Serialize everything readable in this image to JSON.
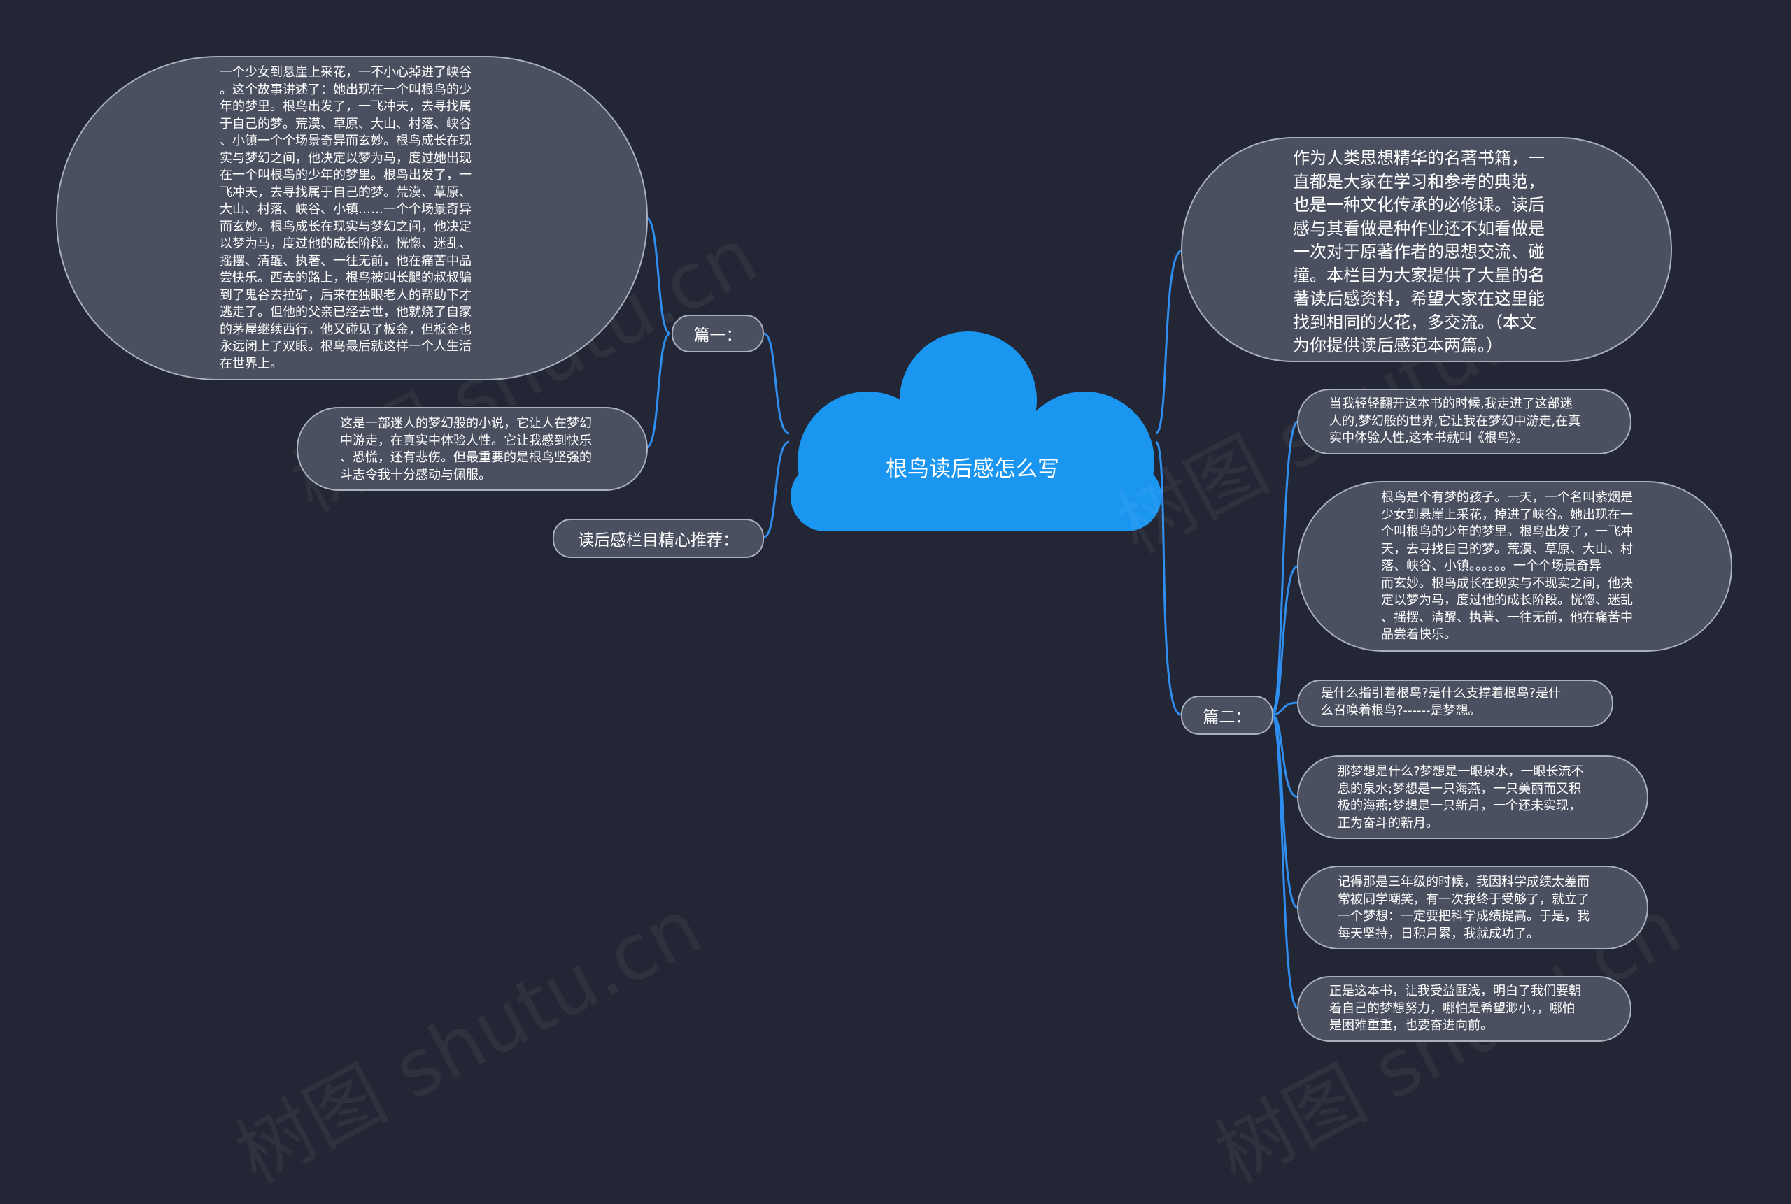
{
  "central_topic": "根鸟读后感怎么写",
  "watermark": "树图 shutu.cn",
  "left": {
    "branch1": {
      "label": "篇一：",
      "notes": [
        "一个少女到悬崖上采花，一不小心掉进了峡谷\n。这个故事讲述了：她出现在一个叫根鸟的少\n年的梦里。根鸟出发了，一飞冲天，去寻找属\n于自己的梦。荒漠、草原、大山、村落、峡谷\n、小镇一个个场景奇异而玄妙。根鸟成长在现\n实与梦幻之间，他决定以梦为马，度过她出现\n在一个叫根鸟的少年的梦里。根鸟出发了，一\n飞冲天，去寻找属于自己的梦。荒漠、草原、\n大山、村落、峡谷、小镇……一个个场景奇异\n而玄妙。根鸟成长在现实与梦幻之间，他决定\n以梦为马，度过他的成长阶段。恍惚、迷乱、\n摇摆、清醒、执著、一往无前，他在痛苦中品\n尝快乐。西去的路上，根鸟被叫长腿的叔叔骗\n到了鬼谷去拉矿，后来在独眼老人的帮助下才\n逃走了。但他的父亲已经去世，他就烧了自家\n的茅屋继续西行。他又碰见了板金，但板金也\n永远闭上了双眼。根鸟最后就这样一个人生活\n在世界上。",
        "这是一部迷人的梦幻般的小说，它让人在梦幻\n中游走，在真实中体验人性。它让我感到快乐\n、恐慌，还有悲伤。但最重要的是根鸟坚强的\n斗志令我十分感动与佩服。"
      ]
    },
    "branch3": {
      "label": "读后感栏目精心推荐："
    }
  },
  "right": {
    "intro": "作为人类思想精华的名著书籍，一\n直都是大家在学习和参考的典范，\n也是一种文化传承的必修课。读后\n感与其看做是种作业还不如看做是\n一次对于原著作者的思想交流、碰\n撞。本栏目为大家提供了大量的名\n著读后感资料，希望大家在这里能\n找到相同的火花，多交流。（本文\n为你提供读后感范本两篇。）",
    "branch2": {
      "label": "篇二：",
      "notes": [
        "当我轻轻翻开这本书的时候,我走进了这部迷\n人的,梦幻般的世界,它让我在梦幻中游走,在真\n实中体验人性,这本书就叫《根鸟》。",
        "根鸟是个有梦的孩子。一天，一个名叫紫烟是\n少女到悬崖上采花，掉进了峡谷。她出现在一\n个叫根鸟的少年的梦里。根鸟出发了，一飞冲\n天，去寻找自己的梦。荒漠、草原、大山、村\n落、峡谷、小镇。。。。。。一个个场景奇异\n而玄妙。根鸟成长在现实与不现实之间，他决\n定以梦为马，度过他的成长阶段。恍惚、迷乱\n、摇摆、清醒、执著、一往无前，他在痛苦中\n品尝着快乐。",
        "是什么指引着根鸟?是什么支撑着根鸟?是什\n么召唤着根鸟?------是梦想。",
        "那梦想是什么?梦想是一眼泉水，一眼长流不\n息的泉水;梦想是一只海燕，一只美丽而又积\n极的海燕;梦想是一只新月，一个还未实现，\n正为奋斗的新月。",
        "记得那是三年级的时候，我因科学成绩太差而\n常被同学嘲笑，有一次我终于受够了，就立了\n一个梦想：一定要把科学成绩提高。于是，我\n每天坚持，日积月累，我就成功了。",
        "正是这本书，让我受益匪浅，明白了我们要朝\n着自己的梦想努力，哪怕是希望渺小，，哪怕\n是困难重重，也要奋进向前。"
      ]
    }
  },
  "colors": {
    "background": "#232634",
    "center": "#1a95f0",
    "link": "#2f8ff0",
    "node_fill": "#4a5060",
    "node_border": "#aab0bc"
  }
}
